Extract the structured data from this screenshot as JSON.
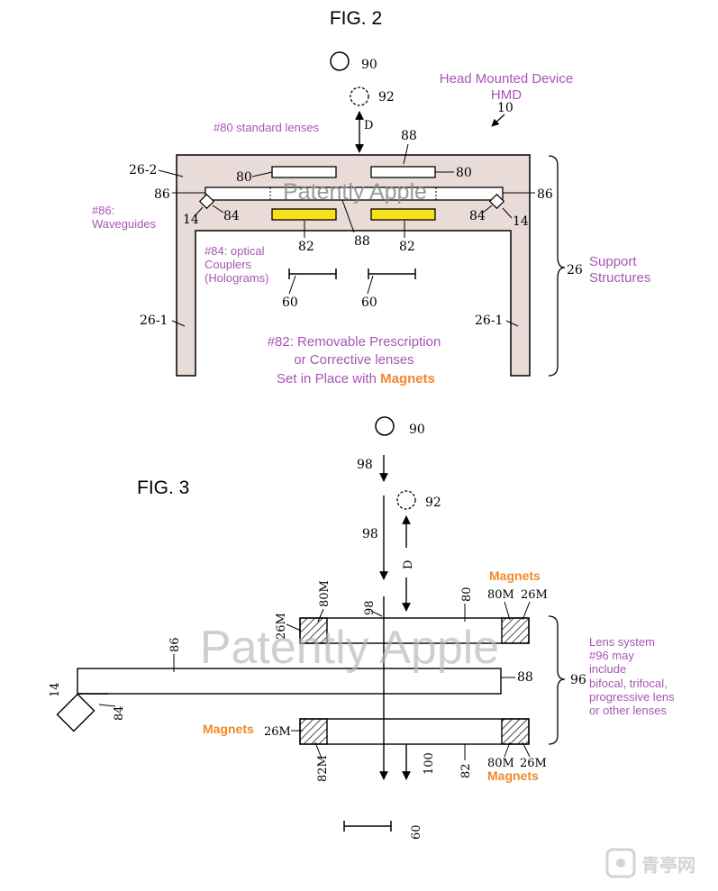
{
  "fig2": {
    "title": "FIG. 2",
    "refs": {
      "r90": "90",
      "r92": "92",
      "d": "D",
      "r88_top": "88",
      "r10": "10",
      "r26_2": "26-2",
      "r80_left": "80",
      "r80_right": "80",
      "r86_left": "86",
      "r86_right": "86",
      "r14_left": "14",
      "r84_left": "84",
      "r84_right": "84",
      "r14_right": "14",
      "r82_left": "82",
      "r88_mid": "88",
      "r82_right": "82",
      "r60_left": "60",
      "r60_right": "60",
      "r26_1_left": "26-1",
      "r26_1_right": "26-1",
      "r26": "26"
    },
    "annotations": {
      "hmd_line1": "Head Mounted Device",
      "hmd_line2": "HMD",
      "standard_lenses": "#80 standard lenses",
      "waveguides_line1": "#86:",
      "waveguides_line2": "Waveguides",
      "couplers_line1": "#84: optical",
      "couplers_line2": "Couplers",
      "couplers_line3": "(Holograms)",
      "support_line1": "Support",
      "support_line2": "Structures",
      "prescription_line1": "#82: Removable Prescription",
      "prescription_line2": "or Corrective lenses",
      "prescription_line3a": "Set in Place with ",
      "prescription_line3b": "Magnets"
    }
  },
  "fig3": {
    "title": "FIG. 3",
    "refs": {
      "r90": "90",
      "r98_a": "98",
      "r92": "92",
      "r98_b": "98",
      "d": "D",
      "r80m_top_left": "80M",
      "r98_c": "98",
      "r80_top": "80",
      "r80m_top_right": "80M",
      "r26m_top_right": "26M",
      "r26m_top_left": "26M",
      "r86": "86",
      "r88": "88",
      "r14": "14",
      "r84": "84",
      "r26m_bottom_left": "26M",
      "r82m": "82M",
      "r100": "100",
      "r82": "82",
      "r80m_bottom_right": "80M",
      "r26m_bottom_right": "26M",
      "r96": "96",
      "r60": "60"
    },
    "annotations": {
      "magnets_top": "Magnets",
      "magnets_left": "Magnets",
      "magnets_bottom": "Magnets",
      "lens_line1": "Lens system",
      "lens_line2": "#96 may",
      "lens_line3": "include",
      "lens_line4": "bifocal, trifocal,",
      "lens_line5": "progressive lens",
      "lens_line6": "or other lenses"
    }
  },
  "watermarks": {
    "fig2": "Patently Apple",
    "fig3": "Patently Apple"
  },
  "logo": {
    "text": "青亭网"
  },
  "colors": {
    "frame_fill": "#e9dcd8",
    "annotation_purple": "#a855b5",
    "magnets_orange": "#f0892b",
    "lens_yellow": "#f7e21a",
    "watermark_gray": "#b5b5b5"
  }
}
